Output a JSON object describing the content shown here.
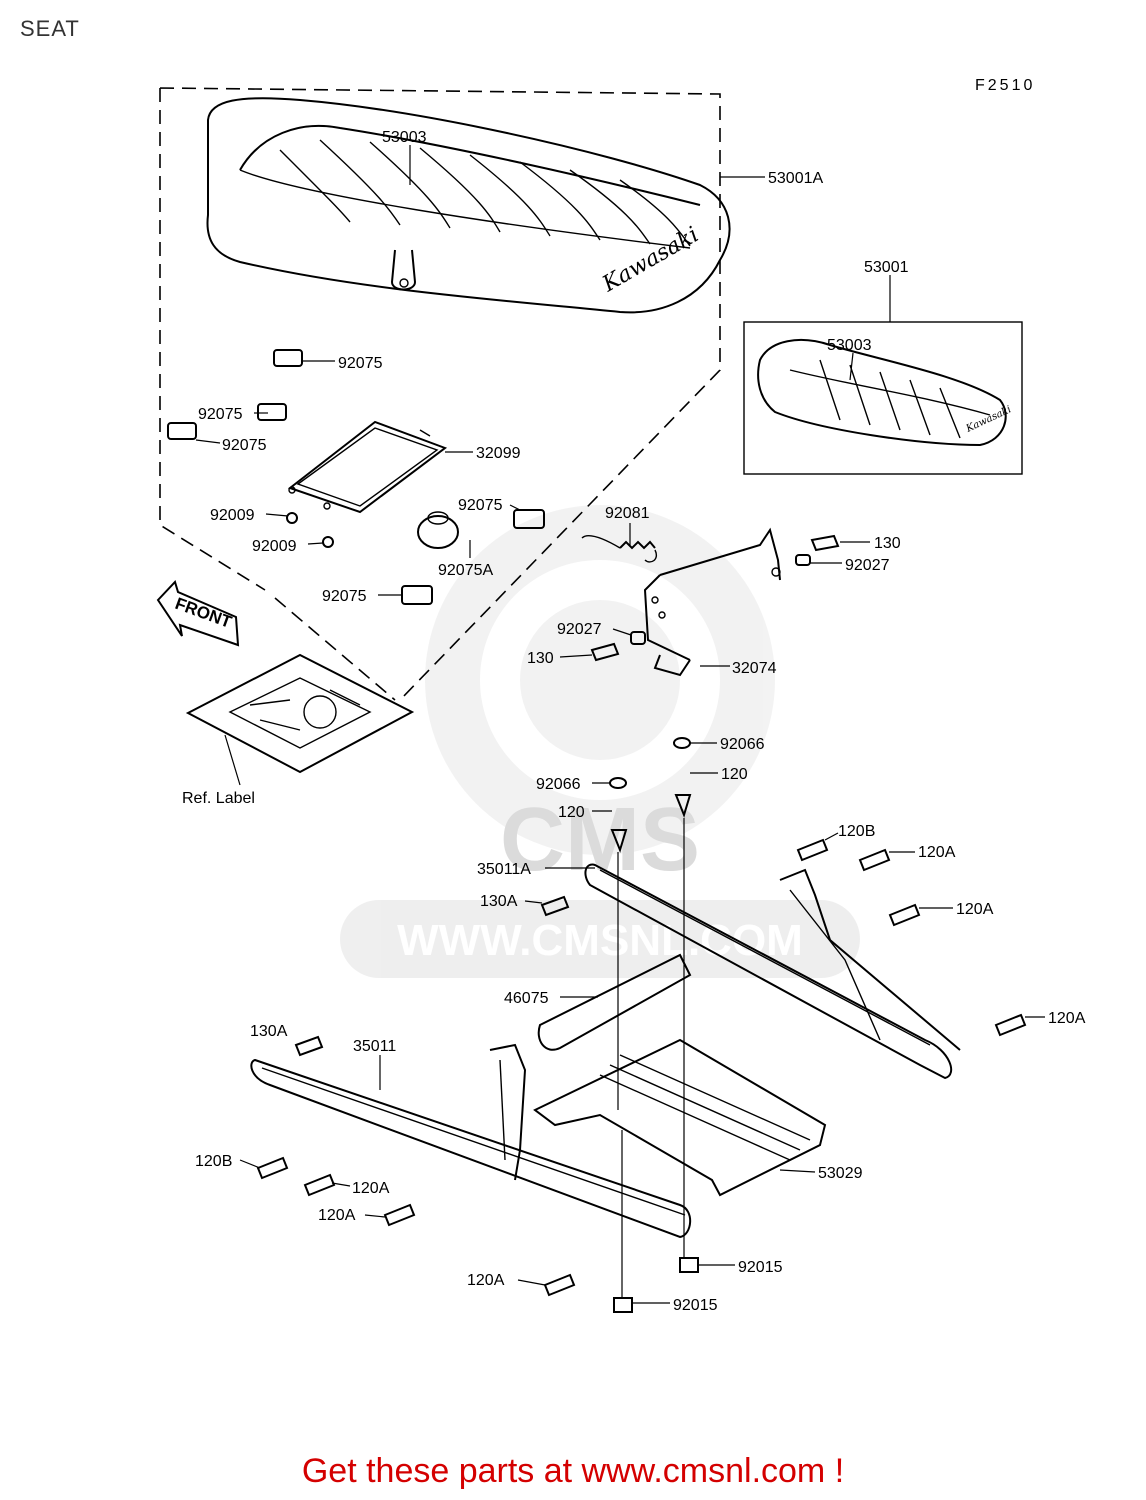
{
  "page": {
    "title": "SEAT",
    "figure_code": "F2510",
    "cta": "Get these parts at www.cmsnl.com !",
    "watermark": "WWW.CMSNL.COM",
    "watermark_logo": "CMS"
  },
  "diagram": {
    "front_arrow": "FRONT",
    "seat_logo": "Kawasaki",
    "callouts": [
      {
        "id": "c1",
        "text": "53003"
      },
      {
        "id": "c2",
        "text": "53001A"
      },
      {
        "id": "c3",
        "text": "53001"
      },
      {
        "id": "c4",
        "text": "53003"
      },
      {
        "id": "c5",
        "text": "92075"
      },
      {
        "id": "c6",
        "text": "92075"
      },
      {
        "id": "c7",
        "text": "92075"
      },
      {
        "id": "c8",
        "text": "32099"
      },
      {
        "id": "c9",
        "text": "92009"
      },
      {
        "id": "c10",
        "text": "92009"
      },
      {
        "id": "c11",
        "text": "92075"
      },
      {
        "id": "c12",
        "text": "92075A"
      },
      {
        "id": "c13",
        "text": "92075"
      },
      {
        "id": "c14",
        "text": "92081"
      },
      {
        "id": "c15",
        "text": "130"
      },
      {
        "id": "c16",
        "text": "92027"
      },
      {
        "id": "c17",
        "text": "92027"
      },
      {
        "id": "c18",
        "text": "130"
      },
      {
        "id": "c19",
        "text": "32074"
      },
      {
        "id": "c20",
        "text": "Ref. Label"
      },
      {
        "id": "c21",
        "text": "92066"
      },
      {
        "id": "c22",
        "text": "92066"
      },
      {
        "id": "c23",
        "text": "120"
      },
      {
        "id": "c24",
        "text": "120"
      },
      {
        "id": "c25",
        "text": "120B"
      },
      {
        "id": "c26",
        "text": "120A"
      },
      {
        "id": "c27",
        "text": "35011A"
      },
      {
        "id": "c28",
        "text": "130A"
      },
      {
        "id": "c29",
        "text": "120A"
      },
      {
        "id": "c30",
        "text": "46075"
      },
      {
        "id": "c31",
        "text": "120A"
      },
      {
        "id": "c32",
        "text": "130A"
      },
      {
        "id": "c33",
        "text": "35011"
      },
      {
        "id": "c34",
        "text": "120B"
      },
      {
        "id": "c35",
        "text": "120A"
      },
      {
        "id": "c36",
        "text": "120A"
      },
      {
        "id": "c37",
        "text": "53029"
      },
      {
        "id": "c38",
        "text": "92015"
      },
      {
        "id": "c39",
        "text": "120A"
      },
      {
        "id": "c40",
        "text": "92015"
      }
    ]
  }
}
